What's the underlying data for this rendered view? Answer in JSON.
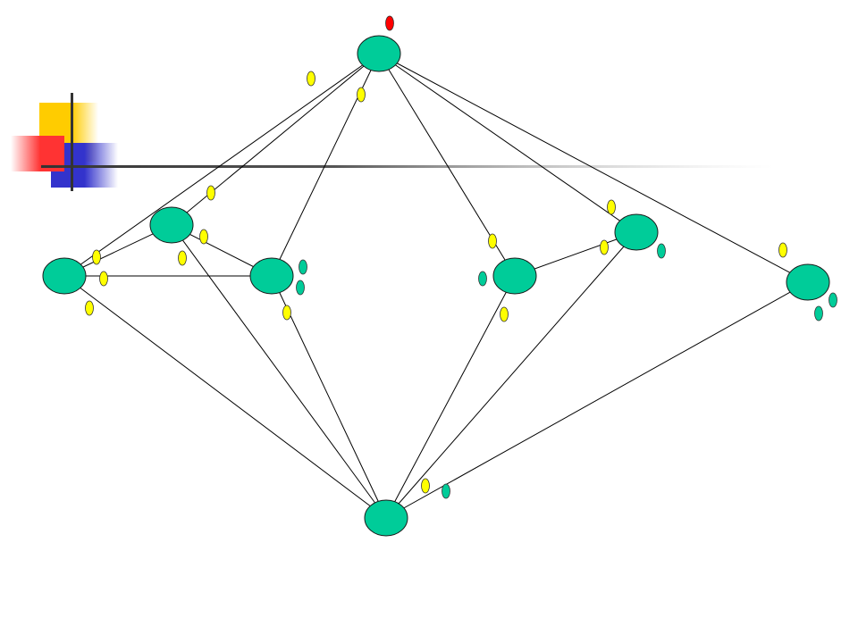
{
  "colors": {
    "background": "#ffffff",
    "node_fill": "#00cc99",
    "node_stroke": "#1a1a1a",
    "edge": "#000000",
    "yellow_marker": "#ffff00",
    "green_marker": "#00cc99",
    "red_marker": "#ff0000",
    "deco_yellow": "#ffcc00",
    "deco_blue": "#3333cc",
    "deco_red": "#ff3333",
    "deco_line": "#333333"
  },
  "diagram": {
    "nodes": [
      {
        "id": "n-top"
      },
      {
        "id": "n-left-upper"
      },
      {
        "id": "n-left"
      },
      {
        "id": "n-center-left"
      },
      {
        "id": "n-center-right"
      },
      {
        "id": "n-right-upper"
      },
      {
        "id": "n-far-right"
      },
      {
        "id": "n-bottom"
      }
    ],
    "edges": [
      {
        "from": "n-top",
        "to": "n-left"
      },
      {
        "from": "n-top",
        "to": "n-left-upper"
      },
      {
        "from": "n-top",
        "to": "n-center-left"
      },
      {
        "from": "n-top",
        "to": "n-center-right"
      },
      {
        "from": "n-top",
        "to": "n-right-upper"
      },
      {
        "from": "n-top",
        "to": "n-far-right"
      },
      {
        "from": "n-left-upper",
        "to": "n-left"
      },
      {
        "from": "n-left-upper",
        "to": "n-center-left"
      },
      {
        "from": "n-left",
        "to": "n-center-left"
      },
      {
        "from": "n-center-right",
        "to": "n-right-upper"
      },
      {
        "from": "n-left",
        "to": "n-bottom"
      },
      {
        "from": "n-left-upper",
        "to": "n-bottom"
      },
      {
        "from": "n-center-left",
        "to": "n-bottom"
      },
      {
        "from": "n-center-right",
        "to": "n-bottom"
      },
      {
        "from": "n-right-upper",
        "to": "n-bottom"
      },
      {
        "from": "n-far-right",
        "to": "n-bottom"
      }
    ],
    "markers": [
      {
        "name": "red-marker",
        "color": "red"
      },
      {
        "name": "yellow-marker",
        "color": "yellow"
      },
      {
        "name": "yellow-marker",
        "color": "yellow"
      },
      {
        "name": "yellow-marker",
        "color": "yellow"
      },
      {
        "name": "yellow-marker",
        "color": "yellow"
      },
      {
        "name": "yellow-marker",
        "color": "yellow"
      },
      {
        "name": "yellow-marker",
        "color": "yellow"
      },
      {
        "name": "yellow-marker",
        "color": "yellow"
      },
      {
        "name": "yellow-marker",
        "color": "yellow"
      },
      {
        "name": "yellow-marker",
        "color": "yellow"
      },
      {
        "name": "yellow-marker",
        "color": "yellow"
      },
      {
        "name": "yellow-marker",
        "color": "yellow"
      },
      {
        "name": "yellow-marker",
        "color": "yellow"
      },
      {
        "name": "yellow-marker",
        "color": "yellow"
      },
      {
        "name": "yellow-marker",
        "color": "yellow"
      },
      {
        "name": "yellow-marker",
        "color": "yellow"
      },
      {
        "name": "green-marker",
        "color": "green"
      },
      {
        "name": "green-marker",
        "color": "green"
      },
      {
        "name": "green-marker",
        "color": "green"
      },
      {
        "name": "green-marker",
        "color": "green"
      },
      {
        "name": "green-marker",
        "color": "green"
      },
      {
        "name": "green-marker",
        "color": "green"
      },
      {
        "name": "green-marker",
        "color": "green"
      }
    ]
  }
}
